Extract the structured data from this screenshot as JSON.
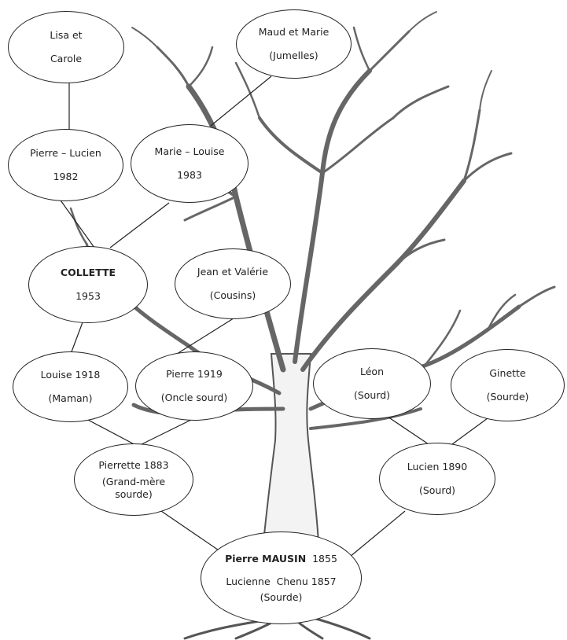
{
  "nodes": {
    "lisa_carole": {
      "l1": "Lisa et",
      "l2": "Carole"
    },
    "maud_marie": {
      "l1": "Maud et Marie",
      "l2": "(Jumelles)"
    },
    "pierre_lucien": {
      "l1": "Pierre – Lucien",
      "l2": "1982"
    },
    "marie_louise": {
      "l1": "Marie – Louise",
      "l2": "1983"
    },
    "collette": {
      "l1": "COLLETTE",
      "l2": "1953"
    },
    "jean_valerie": {
      "l1": "Jean et Valérie",
      "l2": "(Cousins)"
    },
    "louise": {
      "l1": "Louise 1918",
      "l2": "(Maman)"
    },
    "pierre_1919": {
      "l1": "Pierre 1919",
      "l2": "(Oncle sourd)"
    },
    "leon": {
      "l1": "Léon",
      "l2": "(Sourd)"
    },
    "ginette": {
      "l1": "Ginette",
      "l2": "(Sourde)"
    },
    "pierrette": {
      "l1": "Pierrette 1883",
      "l2": "(Grand-mère",
      "l3": "sourde)"
    },
    "lucien": {
      "l1": "Lucien 1890",
      "l2": "(Sourd)"
    },
    "pierre_mausin": {
      "l1a": "Pierre MAUSIN",
      "l1b": "1855",
      "l2": "Lucienne  Chenu 1857",
      "l3": "(Sourde)"
    }
  }
}
